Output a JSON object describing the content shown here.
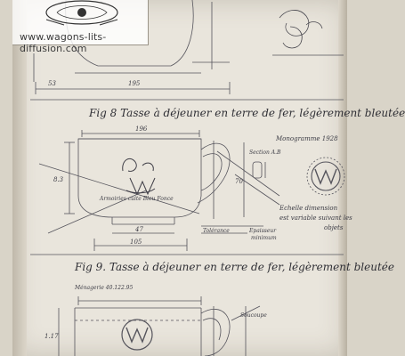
{
  "watermark": {
    "url": "www.wagons-lits-diffusion.com"
  },
  "figures": {
    "fig8": {
      "caption": "Fig 8 Tasse à déjeuner en terre de fer, légèrement bleutée"
    },
    "fig9": {
      "caption": "Fig 9. Tasse à déjeuner en terre de fer, légèrement bleutée"
    }
  },
  "annotations": {
    "monogramme": "Monogramme 1928",
    "section": "Section A.B",
    "echelle": "Echelle dimension",
    "variable": "est variable suivant les",
    "objets": "objets",
    "armoiries": "Armoiries cuite Bleu Fonce",
    "epaisseur": "Epaisseur",
    "minimum": "minimum",
    "soucoupe": "Soucoupe",
    "tolerance": "Tolérance",
    "numero_fig9": "Ménagerie 40.122.95"
  },
  "dimensions": {
    "fig7_bottom": [
      "53",
      "195"
    ],
    "fig8_width": "196",
    "fig8_side": "8.3",
    "fig8_height": "70",
    "fig8_base": [
      "47",
      "105"
    ],
    "fig9_side": "1.17"
  },
  "colors": {
    "paper": "#e9e5dc",
    "ink": "#3b3b44",
    "line": "#55545c"
  }
}
